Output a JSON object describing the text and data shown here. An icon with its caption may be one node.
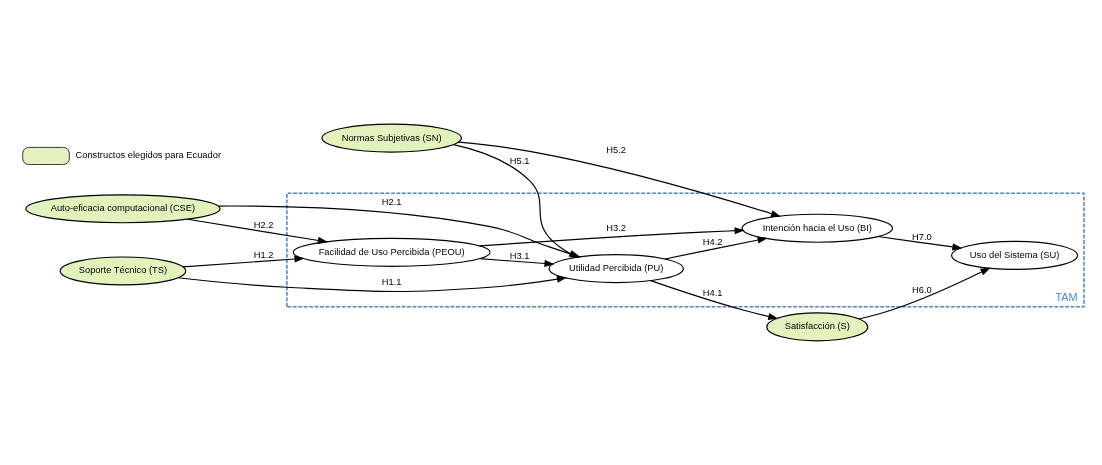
{
  "diagram": {
    "nodes": [
      {
        "text": [
          "TAM"
        ]
      },
      {
        "text": [
          "Satisfacción (S)"
        ]
      },
      {
        "text": [
          "Soporte Técnico (TS)"
        ]
      },
      {
        "text": [
          "Utilidad Percibida (PU)"
        ],
        "in": 0
      },
      {
        "text": [
          "Intención hacia el Uso (BI)"
        ],
        "in": 0
      },
      {
        "text": [
          "Uso del Sistema (SU)"
        ],
        "in": 0
      },
      {
        "text": [
          "Auto-eficacia computacional (CSE)"
        ]
      },
      {
        "text": [
          "Facilidad de Uso Percibida (PEOU)"
        ],
        "in": 0
      },
      {
        "text": [
          "Normas Subjetivas (SN)"
        ]
      }
    ],
    "edges": [
      {
        "from": 2,
        "to": 3,
        "arrow": "to",
        "label": "H1.1"
      },
      {
        "from": 2,
        "to": 7,
        "arrow": "to",
        "label": "H1.2"
      },
      {
        "from": 6,
        "to": 3,
        "arrow": "to",
        "label": "H2.1"
      },
      {
        "from": 6,
        "to": 7,
        "arrow": "to",
        "label": "H2.2"
      },
      {
        "from": 7,
        "to": 3,
        "arrow": "to",
        "label": "H3.1"
      },
      {
        "from": 7,
        "to": 4,
        "arrow": "to",
        "label": "H3.2"
      },
      {
        "from": 3,
        "to": 1,
        "arrow": "to",
        "label": "H4.1"
      },
      {
        "from": 3,
        "to": 4,
        "arrow": "to",
        "label": "H4.2"
      },
      {
        "from": 8,
        "to": 3,
        "arrow": "to",
        "label": "H5.1"
      },
      {
        "from": 8,
        "to": 4,
        "arrow": "to",
        "label": "H5.2"
      },
      {
        "from": 1,
        "to": 5,
        "arrow": "to",
        "label": "H6.0"
      },
      {
        "from": 4,
        "to": 5,
        "arrow": "to",
        "label": "H7.0"
      }
    ],
    "legend": [
      {
        "text": "Constructos elegidos para Ecuador",
        "color": "#e3f1bd"
      }
    ]
  }
}
